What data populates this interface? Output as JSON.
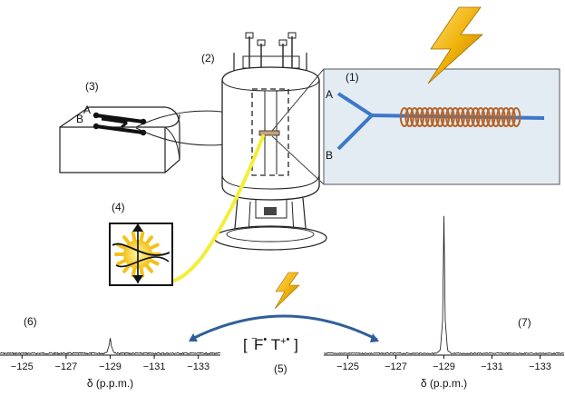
{
  "labels": {
    "step1": "(1)",
    "step2": "(2)",
    "step3": "(3)",
    "step4": "(4)",
    "step5": "(5)",
    "step6": "(6)",
    "step7": "(7)",
    "line_a_inset": "A",
    "line_b_inset": "B",
    "line_a_box": "A",
    "line_b_box": "B"
  },
  "radical_pair": {
    "open_bracket": "[",
    "f_symbol": "F",
    "f_charge": "–",
    "t_symbol": "T",
    "t_charge": "+",
    "radical_dot": "•",
    "close_bracket": "]"
  },
  "colors": {
    "inset_bg": "#e3ebf3",
    "tubing": "#3c78c8",
    "coil": "#b5642a",
    "yellow_cable": "#f3ee3a",
    "lightning": "#f0b20a",
    "arc": "#2f5f98"
  },
  "chart_data": [
    {
      "type": "line",
      "id": "spectrum-6",
      "xlabel": "δ (p.p.m.)",
      "x_ticks": [
        -125,
        -127,
        -129,
        -131,
        -133
      ],
      "x_tick_labels": [
        "−125",
        "−127",
        "−129",
        "−131",
        "−133"
      ],
      "xlim": [
        -124,
        -134
      ],
      "x_reversed": true,
      "series": [
        {
          "x": [
            -124,
            -128.7,
            -128.85,
            -128.95,
            -129.0,
            -129.05,
            -129.15,
            -129.3,
            -134
          ],
          "y": [
            0,
            0,
            0.05,
            0.3,
            0.55,
            0.3,
            0.05,
            0,
            0
          ]
        }
      ],
      "ylim": [
        -0.1,
        5.0
      ]
    },
    {
      "type": "line",
      "id": "spectrum-7",
      "xlabel": "δ (p.p.m.)",
      "x_ticks": [
        -125,
        -127,
        -129,
        -131,
        -133
      ],
      "x_tick_labels": [
        "−125",
        "−127",
        "−129",
        "−131",
        "−133"
      ],
      "xlim": [
        -124,
        -134
      ],
      "x_reversed": true,
      "series": [
        {
          "x": [
            -124,
            -128.7,
            -128.85,
            -128.95,
            -129.0,
            -129.05,
            -129.15,
            -129.3,
            -134
          ],
          "y": [
            0,
            0,
            0.1,
            1.2,
            4.8,
            1.2,
            0.1,
            0,
            0
          ]
        }
      ],
      "ylim": [
        -0.1,
        5.0
      ]
    }
  ]
}
